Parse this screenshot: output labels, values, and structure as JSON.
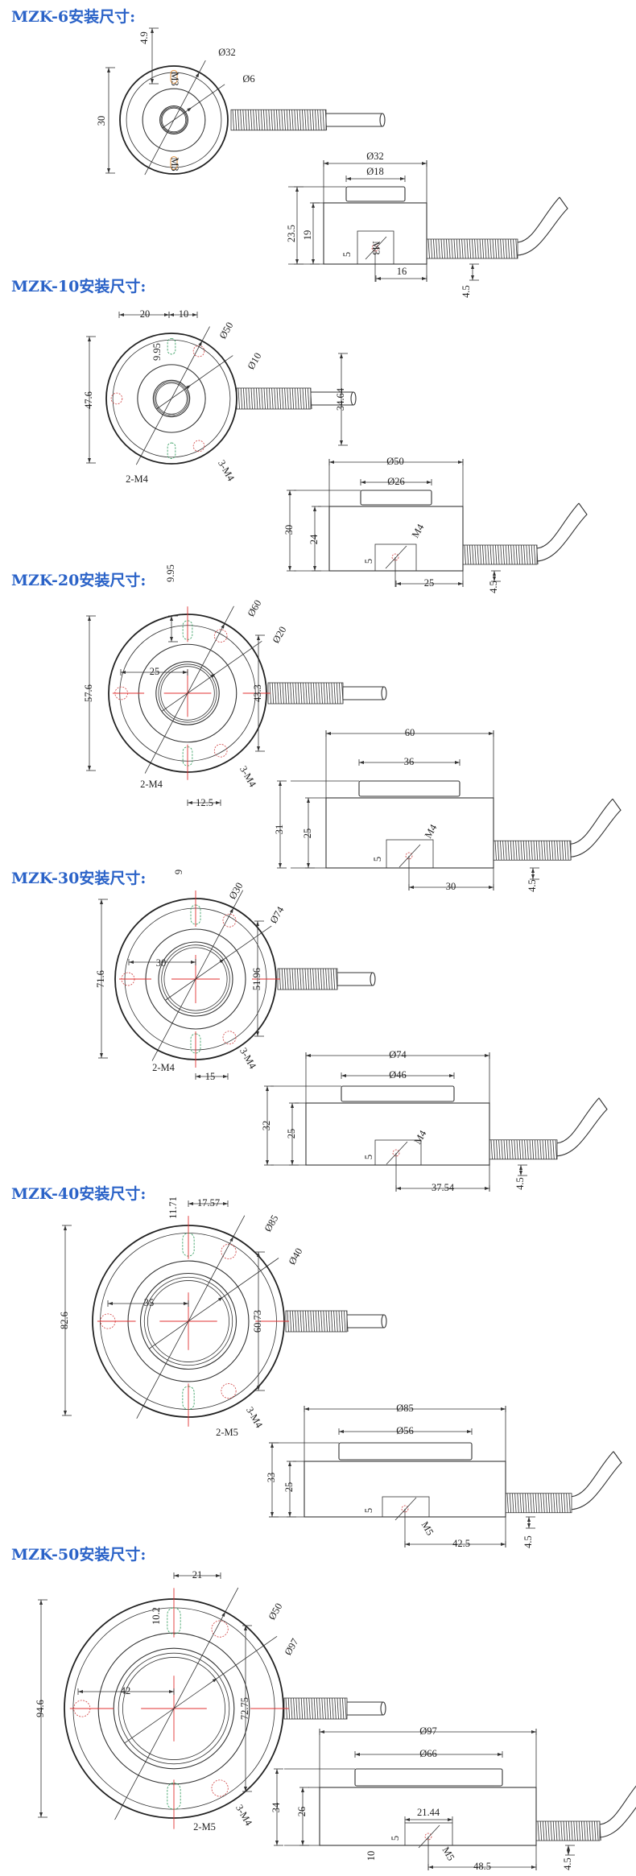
{
  "colors": {
    "title": "#2b63c8",
    "centerline": "#e03030",
    "slot": "#2e9a5a"
  },
  "sections": [
    {
      "title": "MZK-6安装尺寸:",
      "top_labels": [
        "4.9",
        "30",
        "Ø32",
        "Ø6",
        "M3",
        "M3"
      ],
      "side_labels": [
        "Ø32",
        "Ø18",
        "23.5",
        "19",
        "5",
        "M3",
        "16",
        "4.5"
      ]
    },
    {
      "title": "MZK-10安装尺寸:",
      "top_labels": [
        "20",
        "10",
        "Ø50",
        "Ø10",
        "9.95",
        "47.6",
        "34.64",
        "2-M4",
        "3-M4"
      ],
      "side_labels": [
        "Ø50",
        "Ø26",
        "30",
        "24",
        "5",
        "M4",
        "25",
        "4.5"
      ]
    },
    {
      "title": "MZK-20安装尺寸:",
      "top_labels": [
        "9.95",
        "Ø60",
        "Ø20",
        "25",
        "57.6",
        "43.3",
        "2-M4",
        "12.5",
        "3-M4"
      ],
      "side_labels": [
        "60",
        "36",
        "31",
        "25",
        "5",
        "M4",
        "30",
        "4.5"
      ]
    },
    {
      "title": "MZK-30安装尺寸:",
      "top_labels": [
        "9",
        "Ø30",
        "Ø74",
        "30",
        "71.6",
        "51.96",
        "2-M4",
        "15",
        "3-M4"
      ],
      "side_labels": [
        "Ø74",
        "Ø46",
        "32",
        "25",
        "5",
        "M4",
        "37.54",
        "4.5"
      ]
    },
    {
      "title": "MZK-40安装尺寸:",
      "top_labels": [
        "11.71",
        "17.57",
        "Ø85",
        "Ø40",
        "35",
        "82.6",
        "60.73",
        "2-M5",
        "3-M4"
      ],
      "side_labels": [
        "Ø85",
        "Ø56",
        "33",
        "25",
        "5",
        "M5",
        "42.5",
        "4.5"
      ]
    },
    {
      "title": "MZK-50安装尺寸:",
      "top_labels": [
        "21",
        "10.2",
        "Ø50",
        "Ø97",
        "42",
        "94.6",
        "72.75",
        "2-M5",
        "3-M4"
      ],
      "side_labels": [
        "Ø97",
        "Ø66",
        "34",
        "26",
        "5",
        "M5",
        "48.5",
        "4.5",
        "21.44",
        "10"
      ]
    }
  ]
}
